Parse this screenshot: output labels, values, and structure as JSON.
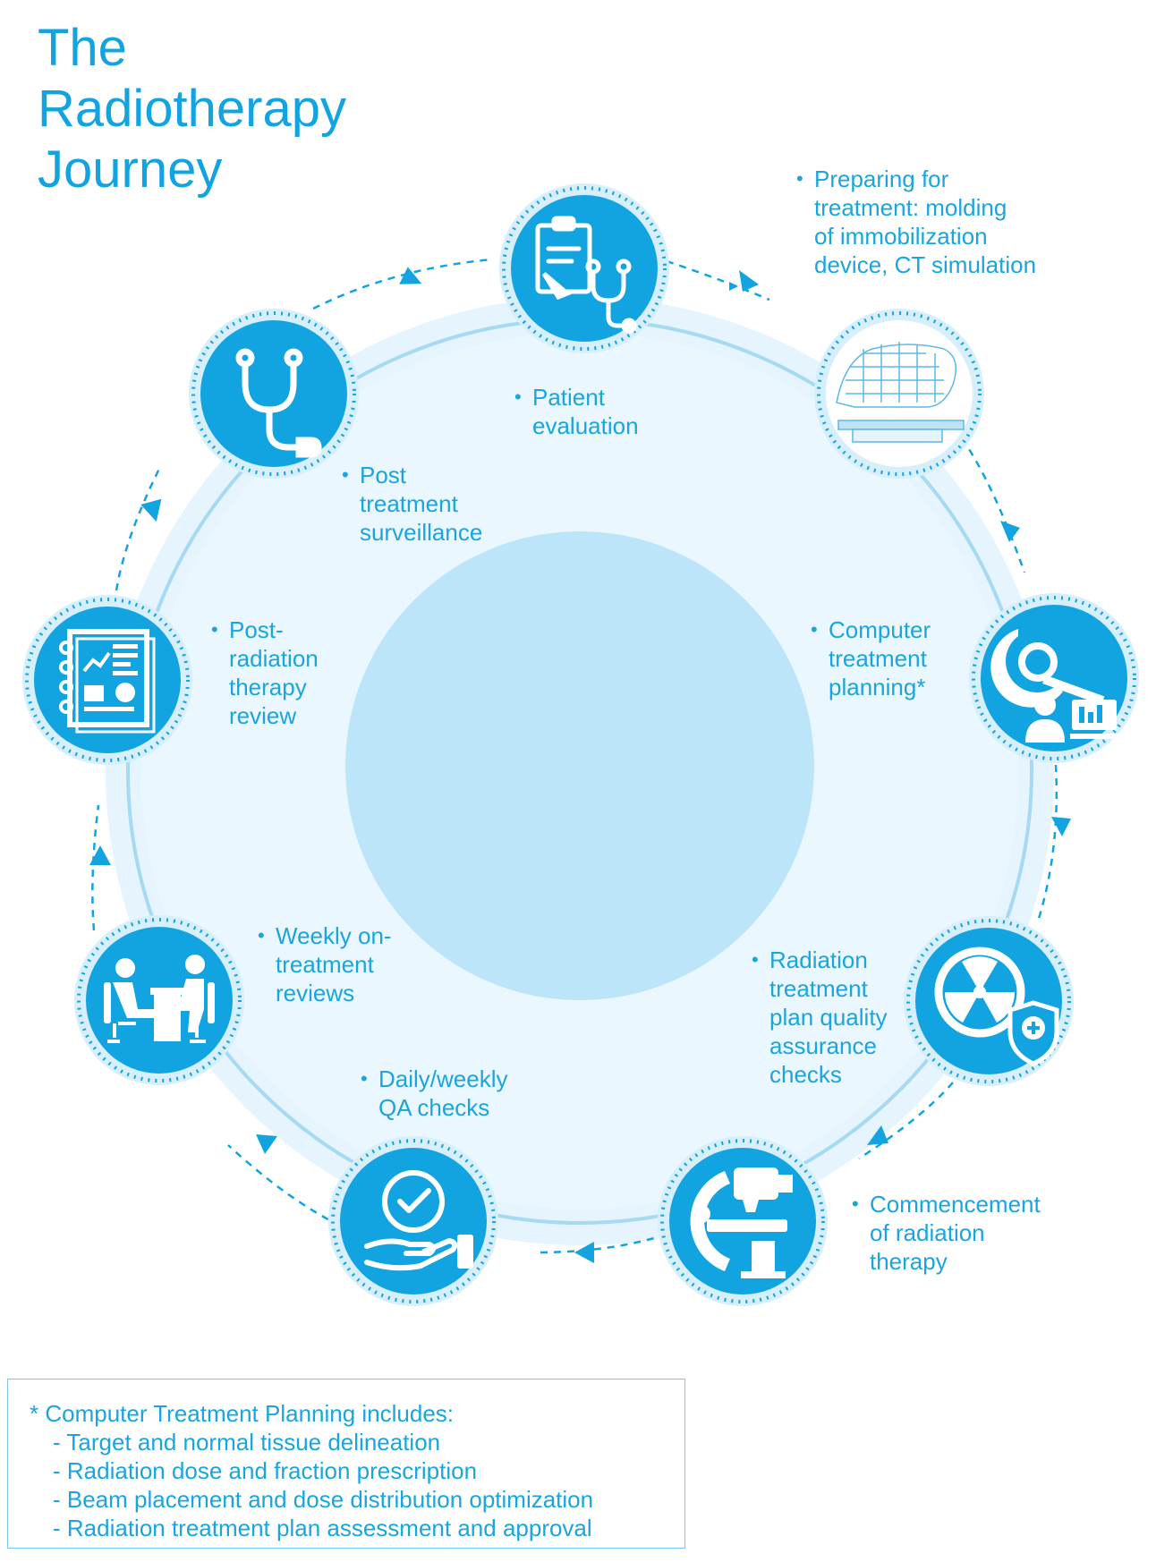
{
  "title_lines": [
    "The",
    "Radiotherapy",
    "Journey"
  ],
  "steps": [
    {
      "id": "patient-evaluation",
      "icon": "clipboard-stethoscope-icon",
      "label": [
        "Patient",
        "evaluation"
      ]
    },
    {
      "id": "preparing-treatment",
      "icon": "immobilization-mask-icon",
      "label": [
        "Preparing for",
        "treatment: molding",
        "of immobilization",
        "device, CT simulation"
      ]
    },
    {
      "id": "computer-planning",
      "icon": "ct-scanner-workstation-icon",
      "label": [
        "Computer",
        "treatment",
        "planning*"
      ]
    },
    {
      "id": "qa-plan-checks",
      "icon": "radiation-shield-icon",
      "label": [
        "Radiation",
        "treatment",
        "plan quality",
        "assurance",
        "checks"
      ]
    },
    {
      "id": "commencement",
      "icon": "linear-accelerator-icon",
      "label": [
        "Commencement",
        "of radiation",
        "therapy"
      ]
    },
    {
      "id": "daily-qa",
      "icon": "hand-checkmark-icon",
      "label": [
        "Daily/weekly",
        "QA checks"
      ]
    },
    {
      "id": "weekly-reviews",
      "icon": "doctor-patient-desk-icon",
      "label": [
        "Weekly on-",
        "treatment",
        "reviews"
      ]
    },
    {
      "id": "post-rt-review",
      "icon": "report-notebook-icon",
      "label": [
        "Post-",
        "radiation",
        "therapy",
        "review"
      ]
    },
    {
      "id": "surveillance",
      "icon": "stethoscope-icon",
      "label": [
        "Post",
        "treatment",
        "surveillance"
      ]
    }
  ],
  "note": {
    "heading": "* Computer Treatment Planning includes:",
    "items": [
      "- Target and normal tissue delineation",
      "- Radiation dose and fraction prescription",
      "- Beam placement and dose distribution optimization",
      "- Radiation treatment plan assessment and approval"
    ]
  },
  "colors": {
    "primary": "#12a4e0",
    "ring_light": "#e3f3fc",
    "ring_line": "#9fd6f1",
    "center": "#b9e3f8"
  }
}
